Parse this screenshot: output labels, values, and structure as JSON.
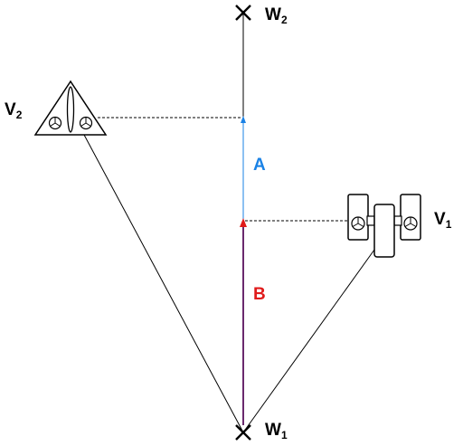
{
  "waypoints": {
    "w1": {
      "letter": "W",
      "subscript": "1"
    },
    "w2": {
      "letter": "W",
      "subscript": "2"
    }
  },
  "vehicles": {
    "v1": {
      "letter": "V",
      "subscript": "1"
    },
    "v2": {
      "letter": "V",
      "subscript": "2"
    }
  },
  "segments": {
    "a": {
      "label": "A",
      "color": "#1a82e6"
    },
    "b": {
      "label": "B",
      "color": "#e01b1b"
    }
  },
  "colors": {
    "b_line": "#6a2a6e",
    "path": "#000000",
    "dashed": "#000000"
  }
}
